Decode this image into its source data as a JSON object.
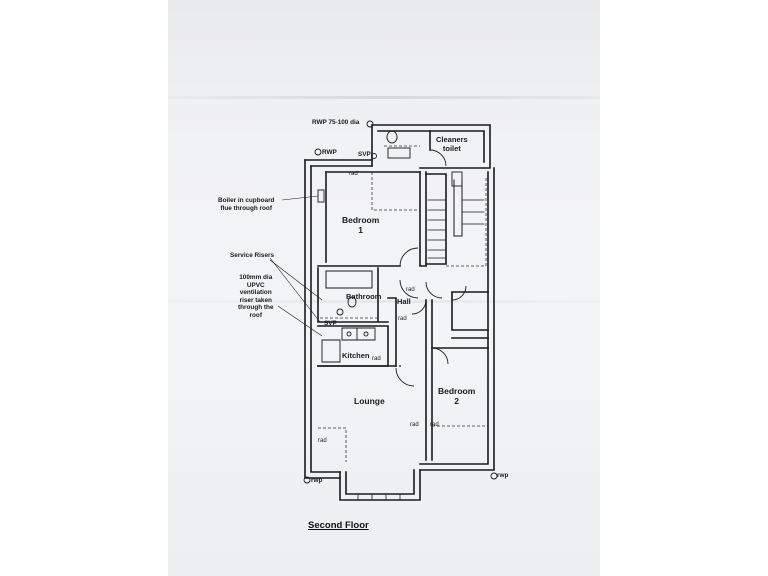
{
  "floor_title": "Second Floor",
  "rooms": {
    "cleaners_toilet": "Cleaners\ntoilet",
    "bedroom1": "Bedroom\n1",
    "bathroom": "Bathroom",
    "hall": "Hall",
    "kitchen": "Kitchen",
    "lounge": "Lounge",
    "bedroom2": "Bedroom\n2"
  },
  "annotations": {
    "rwp_top": "RWP 75-100 dia",
    "rwp_left": "RWP",
    "svp_top": "SVP",
    "boiler": "Boiler in cupboard\nflue through roof",
    "service_risers": "Service Risers",
    "ventilation": "100mm dia\nUPVC\nventilation\nriser taken\nthrough the\nroof",
    "svp_kitchen": "SVP",
    "rwp_bottom_left": "rwp",
    "rwp_bottom_right": "rwp"
  },
  "rad_labels": [
    "rad",
    "rad",
    "rad",
    "rad",
    "rad",
    "rad",
    "rad"
  ],
  "colors": {
    "paper": "#f1f2f4",
    "ink": "#1a1a1a"
  }
}
